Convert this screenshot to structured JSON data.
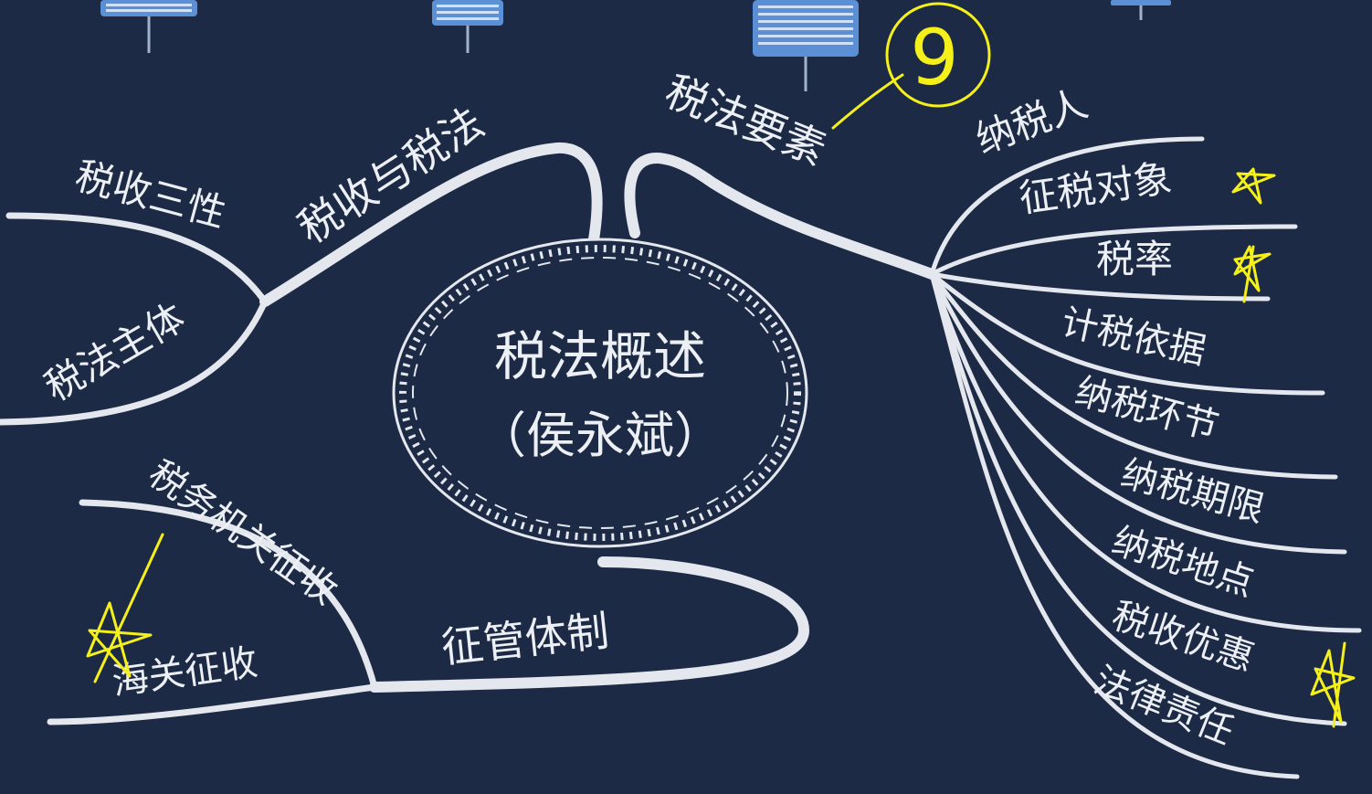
{
  "center": {
    "title": "税法概述",
    "subtitle": "（侯永斌）"
  },
  "branches": {
    "tax_and_law": "税收与税法",
    "tax_three": "税收三性",
    "tax_subject": "税法主体",
    "tax_elements": "税法要素",
    "management": "征管体制",
    "tax_authority": "税务机关征收",
    "customs": "海关征收"
  },
  "elements": [
    "纳税人",
    "征税对象",
    "税率",
    "计税依据",
    "纳税环节",
    "纳税期限",
    "纳税地点",
    "税收优惠",
    "法律责任"
  ],
  "annotations": {
    "circled_number": "9",
    "color": "#f5f01a"
  },
  "colors": {
    "background": "#1c2a45",
    "branch": "#e4e7ee",
    "text": "#eceff4"
  }
}
